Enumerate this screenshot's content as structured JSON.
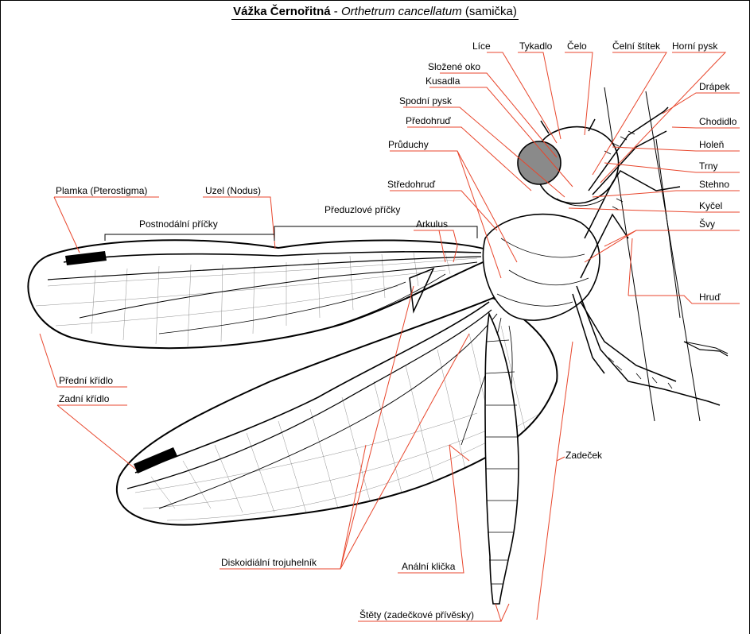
{
  "title": {
    "common_name": "Vážka Černořitná",
    "separator": " - ",
    "latin_name": "Orthetrum cancellatum",
    "sex": "(samička)"
  },
  "labels": {
    "lice": "Líce",
    "tykadlo": "Tykadlo",
    "celo": "Čelo",
    "celni_stitek": "Čelní štítek",
    "horni_pysk": "Horní pysk",
    "slozene_oko": "Složené oko",
    "kusadla": "Kusadla",
    "spodni_pysk": "Spodní pysk",
    "predohrud": "Předohruď",
    "pruduchy": "Průduchy",
    "stredohrud": "Středohruď",
    "drapek": "Drápek",
    "chodidlo": "Chodidlo",
    "holen": "Holeň",
    "trny": "Trny",
    "stehno": "Stehno",
    "kycel": "Kyčel",
    "svy": "Švy",
    "hrud": "Hruď",
    "plamka": "Plamka (Pterostigma)",
    "uzel": "Uzel (Nodus)",
    "preduzlove": "Předuzlové příčky",
    "postnodalni": "Postnodální příčky",
    "arkulus": "Arkulus",
    "predni_kridlo": "Přední křídlo",
    "zadni_kridlo": "Zadní křídlo",
    "zadecek": "Zadeček",
    "diskoidialni": "Diskoidiální trojuhelník",
    "analni": "Anální klička",
    "stety": "Štěty (zadečkové přívěsky)"
  },
  "colors": {
    "leader_line": "#e8462c",
    "ink": "#000000",
    "eye_fill": "#8a8a8a"
  }
}
